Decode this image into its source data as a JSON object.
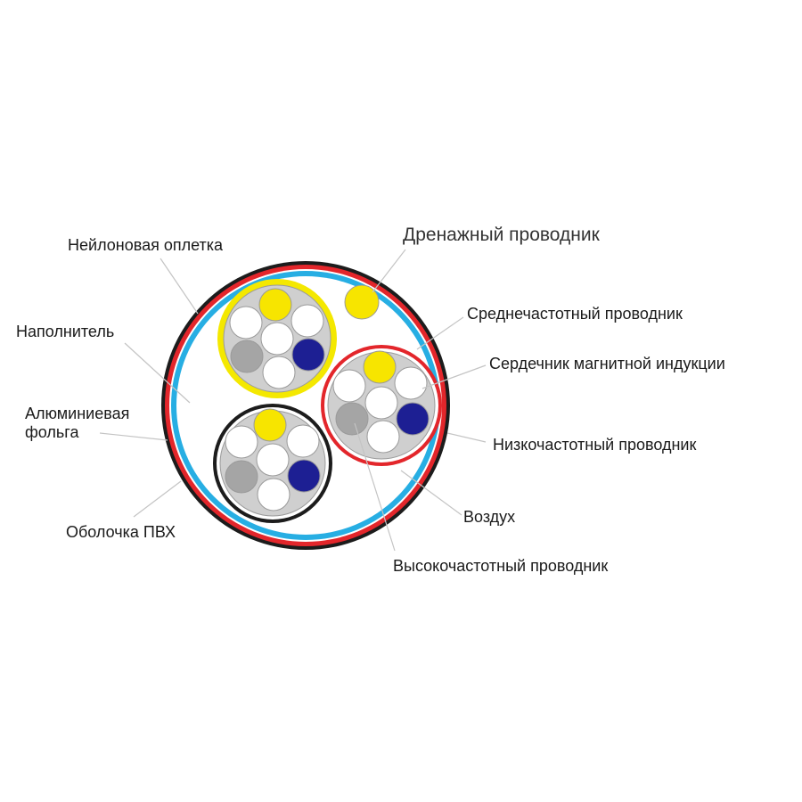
{
  "labels": {
    "nylon_braid": "Нейлоновая оплетка",
    "filler": "Наполнитель",
    "aluminum_foil_line1": "Алюминиевая",
    "aluminum_foil_line2": "фольга",
    "pvc_sheath": "Оболочка ПВХ",
    "drain_conductor": "Дренажный проводник",
    "mid_frequency_conductor": "Среднечастотный проводник",
    "magnetic_core": "Сердечник магнитной индукции",
    "low_frequency_conductor": "Низкочастотный проводник",
    "air": "Воздух",
    "high_frequency_conductor": "Высокочастотный проводник"
  },
  "colors": {
    "outer_jacket": "#1c1c1c",
    "red_layer": "#e3262b",
    "blue_layer": "#27aee3",
    "yellow_bundle_ring": "#f4e800",
    "red_bundle_ring": "#e3262b",
    "black_bundle_ring": "#1c1c1c",
    "yellow_wire": "#f7e500",
    "gray_wire": "#a5a5a5",
    "navy_wire": "#1d1f93",
    "white_wire": "#ffffff",
    "bundle_fill": "#cfcfcf",
    "leader_line": "#c4c4c4"
  }
}
